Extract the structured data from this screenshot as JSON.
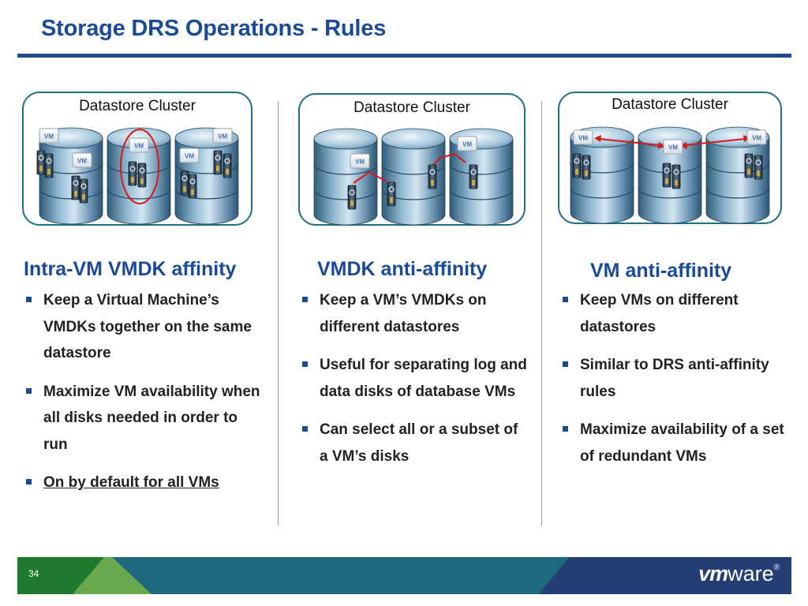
{
  "slide": {
    "title": "Storage DRS Operations - Rules",
    "page_number": "34",
    "logo": {
      "vm": "vm",
      "ware": "ware",
      "reg": "®"
    }
  },
  "icons": {
    "vm_label": "VM"
  },
  "colors": {
    "title_blue": "#1b4b97",
    "cluster_border": "#1f6f87",
    "rule_red": "#d7191c",
    "footer_teal": "#1d6a7c",
    "footer_green": "#6aa84f",
    "footer_navy": "#253e73"
  },
  "columns": [
    {
      "cluster_label": "Datastore Cluster",
      "heading": "Intra-VM VMDK affinity",
      "bullets": [
        {
          "text": "Keep a Virtual Machine’s VMDKs together on the same datastore"
        },
        {
          "text": "Maximize VM availability when all disks needed in order to run"
        },
        {
          "text": "On by default for all VMs"
        }
      ]
    },
    {
      "cluster_label": "Datastore Cluster",
      "heading": "VMDK anti-affinity",
      "bullets": [
        {
          "text": "Keep a VM’s VMDKs on different datastores"
        },
        {
          "text": "Useful for separating log and data disks of database VMs"
        },
        {
          "text": "Can select all or a subset of a VM’s disks"
        }
      ]
    },
    {
      "cluster_label": "Datastore Cluster",
      "heading": "VM anti-affinity",
      "bullets": [
        {
          "text": "Keep VMs on different datastores"
        },
        {
          "text": "Similar to DRS anti-affinity rules"
        },
        {
          "text": "Maximize availability of a set of redundant VMs"
        }
      ]
    }
  ]
}
